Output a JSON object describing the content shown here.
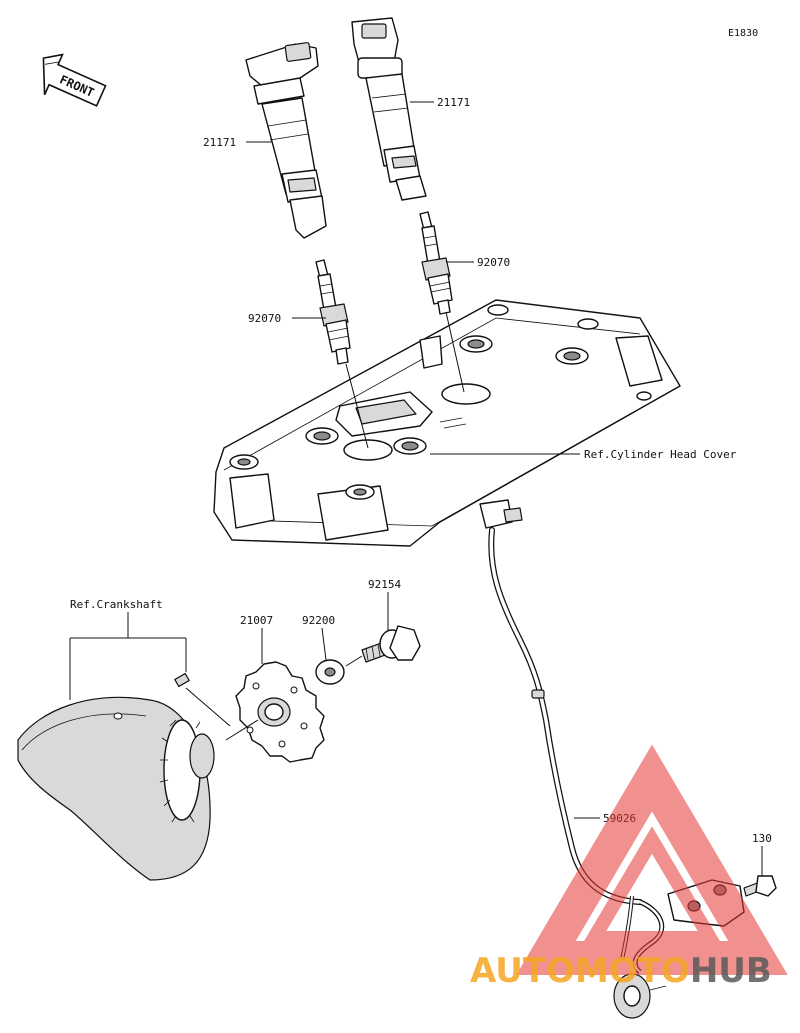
{
  "diagram": {
    "code": "E1830",
    "front_label": "FRONT",
    "parts": {
      "ignition_coil_left": "21171",
      "ignition_coil_right": "21171",
      "spark_plug_left": "92070",
      "spark_plug_right": "92070",
      "timing_rotor": "21007",
      "washer": "92200",
      "bolt_rotor": "92154",
      "pickup_coil": "59026",
      "bolt_pickup": "130"
    },
    "refs": {
      "cylinder_head_cover": "Ref.Cylinder Head Cover",
      "crankshaft": "Ref.Crankshaft"
    }
  },
  "watermark": {
    "part1": "AUTO",
    "part2": "MOTO",
    "part3": "HUB",
    "color_orange": "#f5a623",
    "color_gray": "#5a5a5a",
    "color_red": "#e53935"
  }
}
